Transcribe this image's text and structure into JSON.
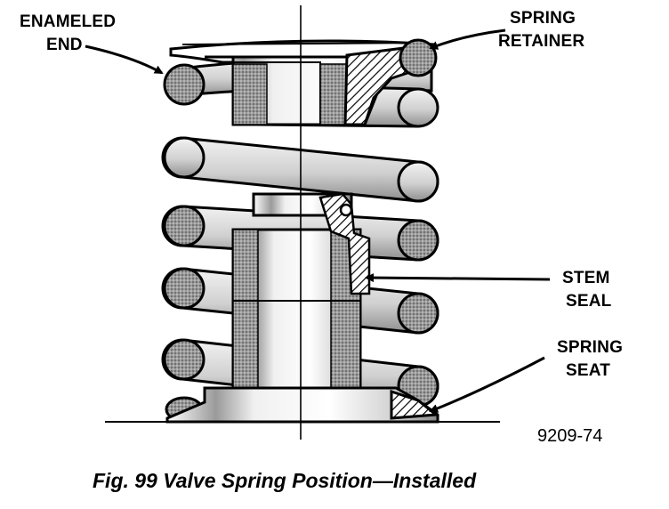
{
  "labels": {
    "enameled_end": [
      "ENAMELED",
      "END"
    ],
    "spring_retainer": [
      "SPRING",
      "RETAINER"
    ],
    "stem_seal": [
      "STEM",
      "SEAL"
    ],
    "spring_seat": [
      "SPRING",
      "SEAT"
    ]
  },
  "figure_code": "9209-74",
  "caption": "Fig. 99 Valve Spring Position—Installed",
  "colors": {
    "ink": "#000000",
    "shade": "#8c8c8c",
    "light": "#d4d4d4",
    "paper": "#ffffff"
  }
}
